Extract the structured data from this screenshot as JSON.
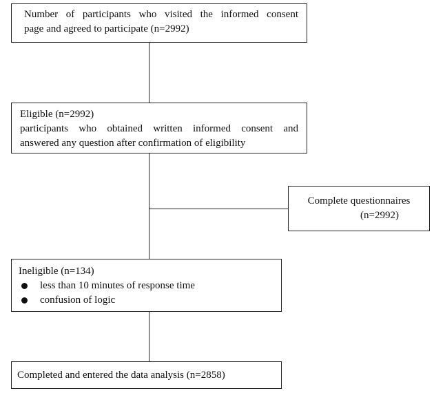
{
  "boxes": {
    "visited": {
      "line1": "Number of participants who visited the informed consent",
      "line2": "page and agreed to participate (n=2992)"
    },
    "eligible": {
      "title": "Eligible (n=2992)",
      "line1": "participants who obtained written informed consent and",
      "line2": "answered any question after confirmation of eligibility"
    },
    "complete": {
      "line1": "Complete questionnaires",
      "line2": "(n=2992)"
    },
    "ineligible": {
      "title": "Ineligible (n=134)",
      "bullets": [
        "less than 10 minutes of response time",
        "confusion of logic"
      ]
    },
    "completed": {
      "text": "Completed and entered the data analysis (n=2858)"
    }
  }
}
